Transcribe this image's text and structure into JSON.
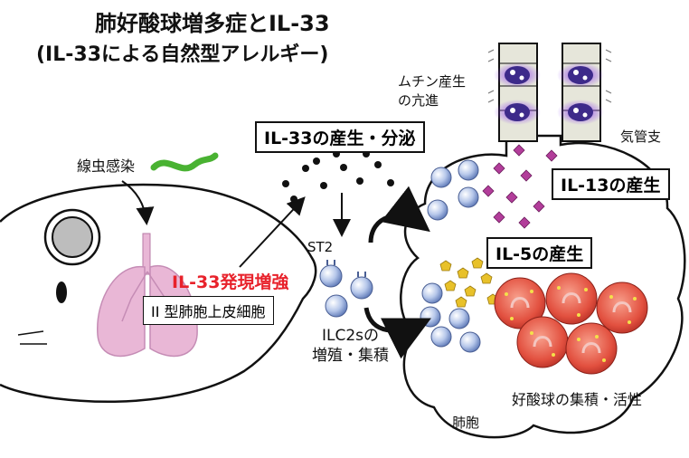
{
  "title": {
    "line1": "肺好酸球増多症とIL-33",
    "line2": "(IL-33による自然型アレルギー)"
  },
  "labels": {
    "nematode_infection": "線虫感染",
    "il33_production": "IL-33の産生・分泌",
    "mucin": "ムチン産生\nの亢進",
    "bronchus": "気管支",
    "il13_production": "IL-13の産生",
    "il5_production": "IL-5の産生",
    "st2": "ST2",
    "il33_expression": "IL-33発現増強",
    "type2_cell": "II 型肺胞上皮細胞",
    "ilc2": "ILC2sの\n増殖・集積",
    "alveolus": "肺胞",
    "eosinophil": "好酸球の集積・活性"
  },
  "colors": {
    "highlight_red": "#e8222b",
    "worm_green": "#49b232",
    "lung_pink": "#e9b7d6",
    "ilc2_blue": "#8fa8d8",
    "il13_magenta": "#b23d9a",
    "il5_gold": "#e0b21c",
    "eosinophil_red": "#e45a4e",
    "mucin_purple": "#7a3fd1"
  }
}
